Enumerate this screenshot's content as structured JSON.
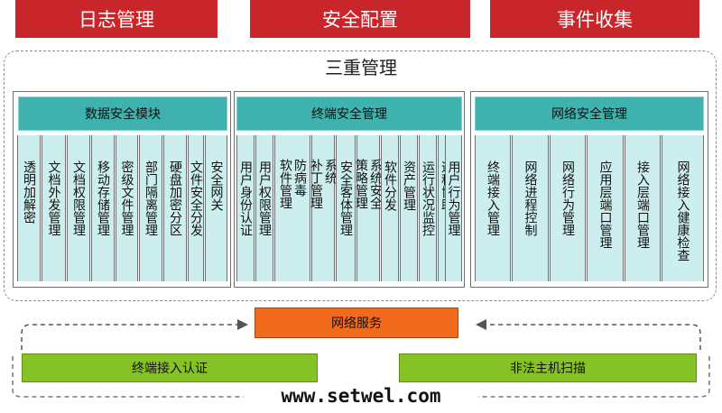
{
  "top_boxes": [
    "日志管理",
    "安全配置",
    "事件收集"
  ],
  "main_title": "三重管理",
  "modules": [
    {
      "header": "数据安全模块",
      "items": [
        "透明加解密",
        "文档外发管理",
        "文档权限管理",
        "移动存储管理",
        "密级文件管理",
        "部门隔离管理",
        "硬盘加密分区",
        "文件安全分发",
        "安全网关"
      ]
    },
    {
      "header": "终端安全管理",
      "items": [
        "用户身份认证",
        "用户权限管理",
        [
          "防病毒",
          "软件管理"
        ],
        [
          "系统",
          "补丁管理"
        ],
        "安全客体管理",
        [
          "系统安全",
          "策略管理"
        ],
        "软件分发",
        "资产管理",
        "运行状况监控",
        "远程协助",
        "用户行为管理"
      ]
    },
    {
      "header": "网络安全管理",
      "items": [
        "终端接入管理",
        "网络进程控制",
        "网络行为管理",
        "应用层端口管理",
        "接入层端口管理",
        "网络接入健康检查"
      ]
    }
  ],
  "service_box": "网络服务",
  "bottom_boxes": [
    "终端接入认证",
    "非法主机扫描"
  ],
  "watermark": "www.setwel.com",
  "colors": {
    "red": "#c9262c",
    "teal_header": "#3fb1ae",
    "teal_column": "#cdeeee",
    "orange": "#f26a1b",
    "green": "#86c225"
  }
}
